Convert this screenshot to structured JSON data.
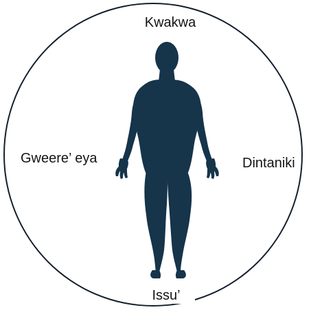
{
  "directions": {
    "top": "Kwakwa",
    "left": "Gweere’ eya",
    "right": "Dintaniki",
    "bottom": "Issu’"
  },
  "colors": {
    "figure": "#16344a",
    "circle": "#141f2c",
    "text": "#141414"
  },
  "icons": {
    "figure": "human-body-silhouette-icon"
  }
}
